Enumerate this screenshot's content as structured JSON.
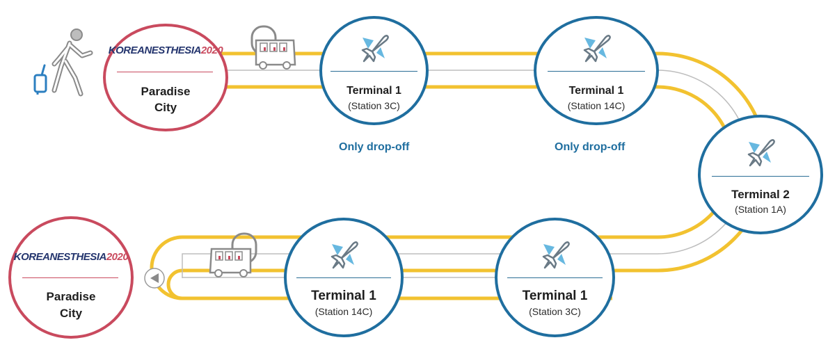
{
  "logo": {
    "part1": "KOREA",
    "part2": "NESTHESIA",
    "year": "2020"
  },
  "colors": {
    "terminal_border": "#1f6e9f",
    "hotel_border": "#c94a5e",
    "route": "#f2c230",
    "track": "#b8b8b8",
    "icon_blue": "#2a6d95"
  },
  "start_stop": {
    "name_line1": "Paradise",
    "name_line2": "City"
  },
  "end_stop": {
    "name_line1": "Paradise",
    "name_line2": "City"
  },
  "stops": [
    {
      "name": "Terminal 1",
      "station": "(Station 3C)",
      "note": "Only drop-off"
    },
    {
      "name": "Terminal 1",
      "station": "(Station 14C)",
      "note": "Only drop-off"
    },
    {
      "name": "Terminal 2",
      "station": "(Station 1A)"
    },
    {
      "name": "Terminal 1",
      "station": "(Station 3C)"
    },
    {
      "name": "Terminal 1",
      "station": "(Station 14C)"
    }
  ],
  "icons": {
    "traveler": "traveler-with-luggage-icon",
    "bus": "shuttle-bus-icon",
    "plane": "airplane-icon",
    "arrow": "left-arrow-icon"
  }
}
